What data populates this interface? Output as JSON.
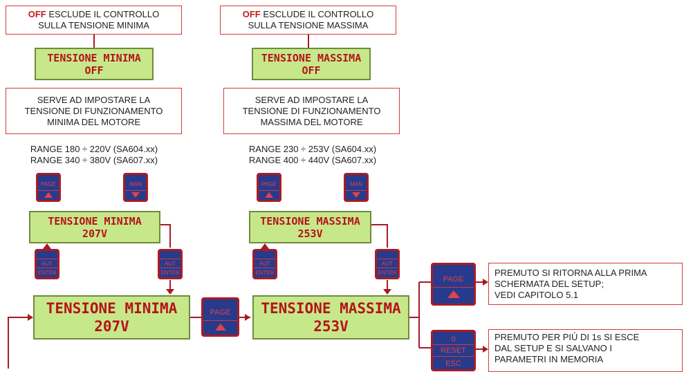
{
  "notes": {
    "min_off": {
      "bold": "OFF",
      "text": " ESCLUDE IL CONTROLLO",
      "line2": "SULLA TENSIONE MINIMA"
    },
    "max_off": {
      "bold": "OFF",
      "text": " ESCLUDE IL CONTROLLO",
      "line2": "SULLA TENSIONE MASSIMA"
    },
    "min_desc": [
      "SERVE AD IMPOSTARE LA",
      "TENSIONE DI FUNZIONAMENTO",
      "MINIMA DEL MOTORE"
    ],
    "max_desc": [
      "SERVE AD IMPOSTARE LA",
      "TENSIONE DI FUNZIONAMENTO",
      "MASSIMA DEL MOTORE"
    ],
    "page_desc": [
      "PREMUTO SI RITORNA ALLA PRIMA",
      "SCHERMATA DEL SETUP;",
      "VEDI CAPITOLO 5.1"
    ],
    "reset_desc": [
      "PREMUTO PER PIÚ DI 1s SI ESCE",
      "DAL SETUP E SI SALVANO I",
      "PARAMETRI IN MEMORIA"
    ]
  },
  "ranges": {
    "min": [
      "RANGE 180 ÷ 220V (SA604.xx)",
      "RANGE 340 ÷ 380V (SA607.xx)"
    ],
    "max": [
      "RANGE 230 ÷ 253V (SA604.xx)",
      "RANGE 400 ÷ 440V (SA607.xx)"
    ]
  },
  "displays": {
    "min_off": {
      "line1": "TENSIONE MINIMA",
      "line2": "OFF"
    },
    "max_off": {
      "line1": "TENSIONE MASSIMA",
      "line2": "OFF"
    },
    "min_edit": {
      "line1": "TENSIONE MINIMA",
      "line2": "207V"
    },
    "max_edit": {
      "line1": "TENSIONE MASSIMA",
      "line2": "253V"
    },
    "min_main": {
      "line1": "TENSIONE MINIMA",
      "line2": "207V"
    },
    "max_main": {
      "line1": "TENSIONE MASSIMA",
      "line2": "253V"
    }
  },
  "keys": {
    "page": "PAGE",
    "man": "MAN",
    "aut": "AUT",
    "enter": "ENTER",
    "zero": "0",
    "reset": "RESET",
    "esc": "ESC"
  },
  "colors": {
    "wire": "#a61b22",
    "lcd_bg": "#c7e88a",
    "lcd_text": "#b5121b",
    "key_border": "#a71d24",
    "key_body": "#283a8c"
  }
}
